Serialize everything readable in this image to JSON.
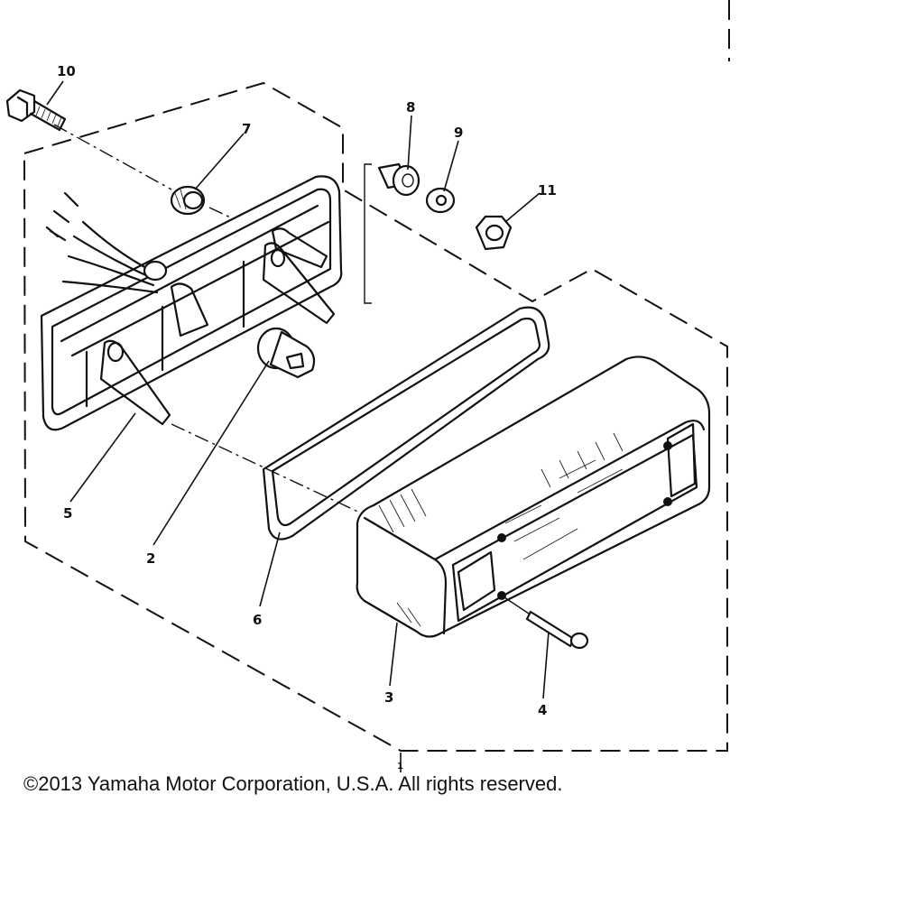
{
  "diagram": {
    "callouts": [
      {
        "id": "10",
        "label": "10"
      },
      {
        "id": "7",
        "label": "7"
      },
      {
        "id": "8",
        "label": "8"
      },
      {
        "id": "9",
        "label": "9"
      },
      {
        "id": "11",
        "label": "11"
      },
      {
        "id": "5",
        "label": "5"
      },
      {
        "id": "2",
        "label": "2"
      },
      {
        "id": "6",
        "label": "6"
      },
      {
        "id": "3",
        "label": "3"
      },
      {
        "id": "4",
        "label": "4"
      },
      {
        "id": "1",
        "label": "1"
      }
    ]
  },
  "copyright": "©2013 Yamaha Motor Corporation, U.S.A. All rights reserved."
}
